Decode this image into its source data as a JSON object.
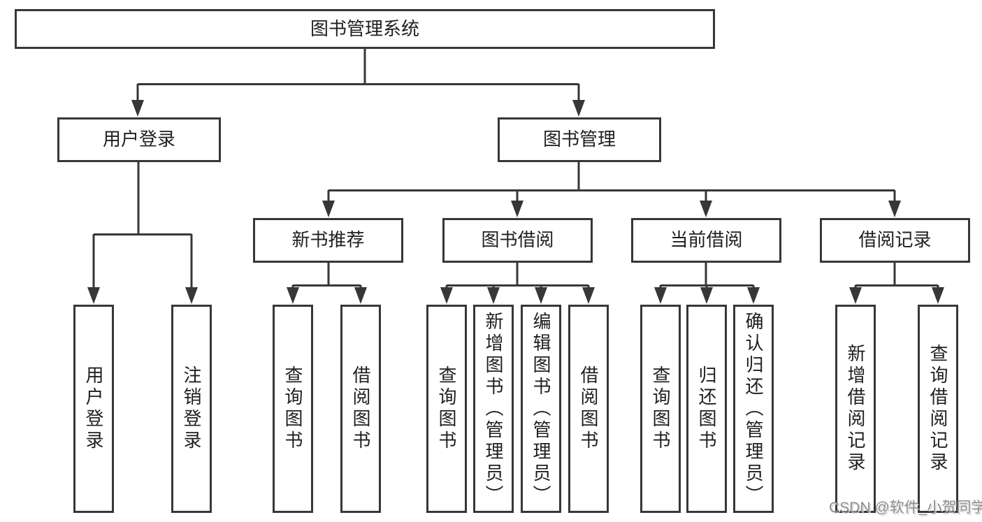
{
  "colors": {
    "line": "#373737",
    "text": "#1f1f1f",
    "background": "#ffffff",
    "watermark_gray": "#8e8e8e"
  },
  "tree": {
    "label": "图书管理系统",
    "children": [
      {
        "label": "用户登录",
        "children": [
          {
            "label": "用户登录"
          },
          {
            "label": "注销登录"
          }
        ]
      },
      {
        "label": "图书管理",
        "children": [
          {
            "label": "新书推荐",
            "children": [
              {
                "label": "查询图书"
              },
              {
                "label": "借阅图书"
              }
            ]
          },
          {
            "label": "图书借阅",
            "children": [
              {
                "label": "查询图书"
              },
              {
                "label": "新增图书（管理员）"
              },
              {
                "label": "编辑图书（管理员）"
              },
              {
                "label": "借阅图书"
              }
            ]
          },
          {
            "label": "当前借阅",
            "children": [
              {
                "label": "查询图书"
              },
              {
                "label": "归还图书"
              },
              {
                "label": "确认归还（管理员）"
              }
            ]
          },
          {
            "label": "借阅记录",
            "children": [
              {
                "label": "新增借阅记录"
              },
              {
                "label": "查询借阅记录"
              }
            ]
          }
        ]
      }
    ]
  },
  "watermark": {
    "text": "CSDN @软件_小贺同学"
  }
}
